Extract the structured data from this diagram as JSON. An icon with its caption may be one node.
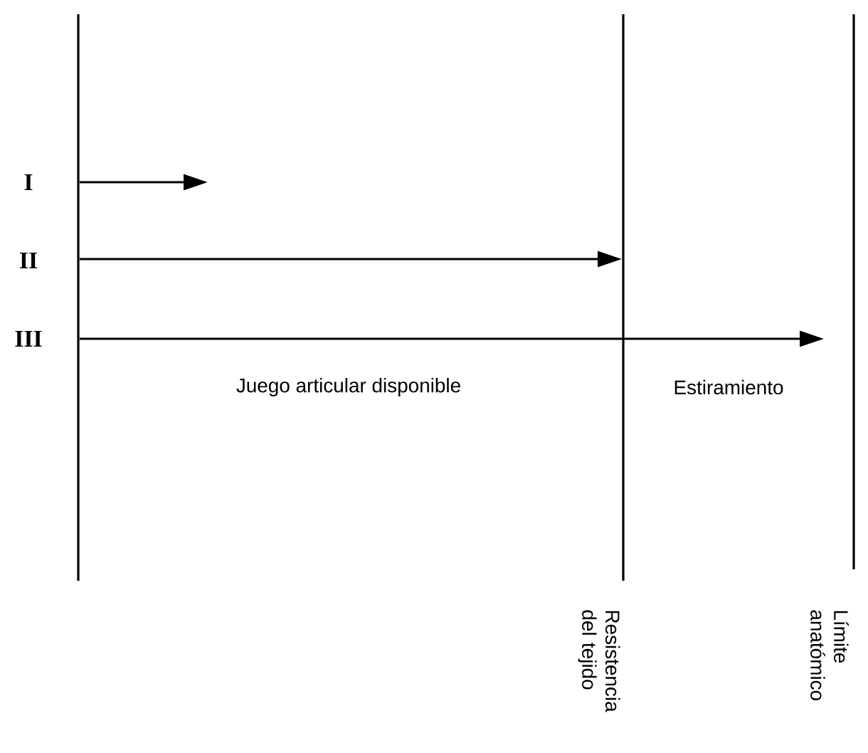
{
  "diagram": {
    "nodes": [
      {
        "text": [],
        "shape": "bar"
      },
      {
        "text": [
          "Resistencia del tejido"
        ]
      },
      {
        "text": [
          "Límite anatómico"
        ]
      }
    ],
    "edges": [
      {
        "from": 0,
        "to": null,
        "arrow": "to"
      },
      {
        "from": 0,
        "to": 1,
        "arrow": "to"
      },
      {
        "from": 0,
        "to": null,
        "arrow": "to"
      }
    ],
    "labels": [
      "I",
      "II",
      "III",
      "Juego articular disponible",
      "Estiramiento"
    ]
  }
}
